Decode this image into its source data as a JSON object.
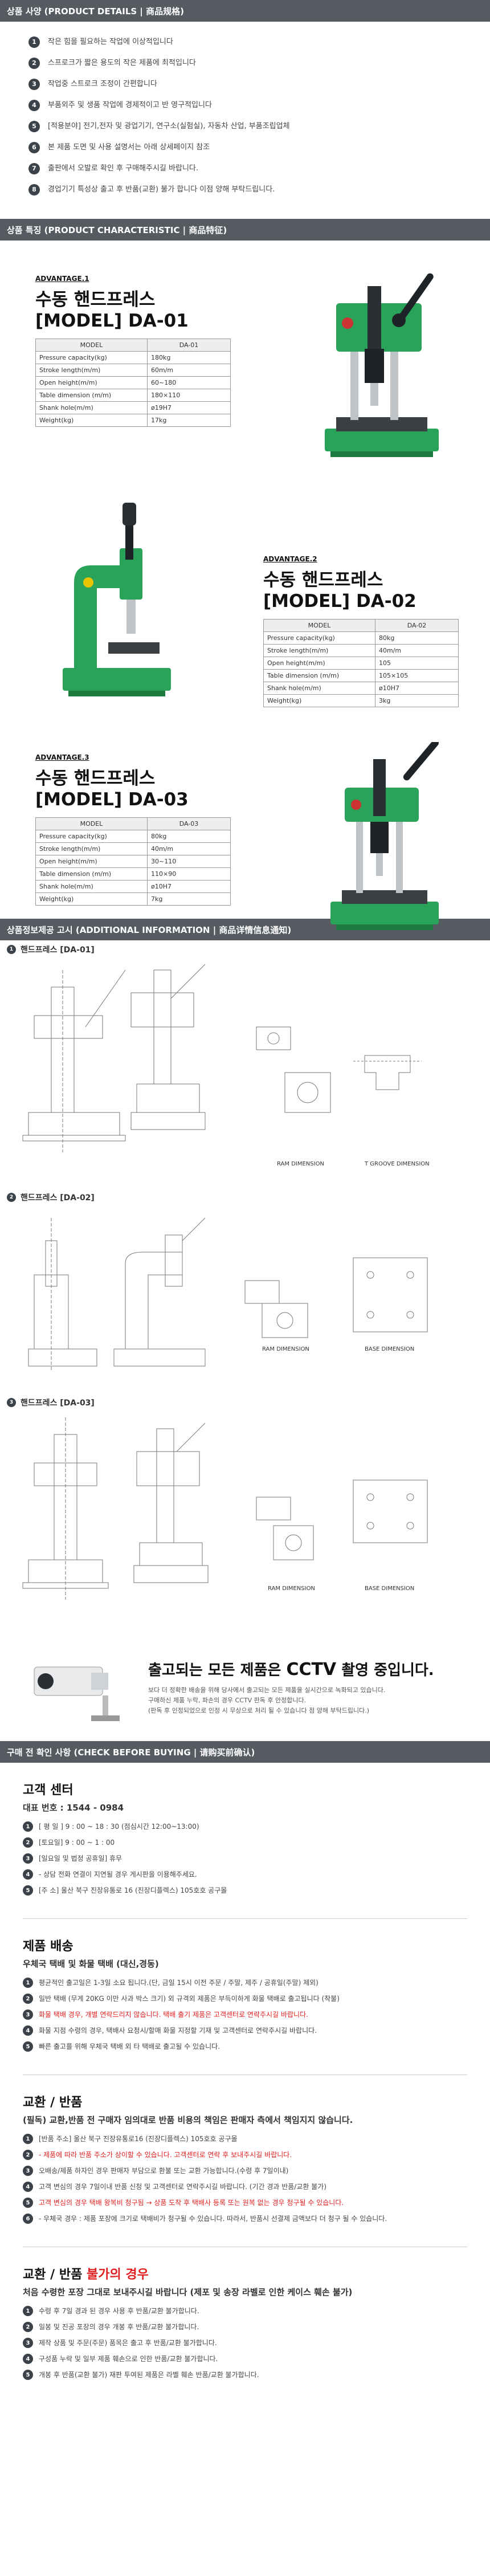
{
  "details_band": "상품 사양 (PRODUCT DETAILS | 商品规格)",
  "details": [
    "작은 힘을 필요하는 작업에 이상적입니다",
    "스프로크가 짧은 용도의 작은 제품에 최적입니다",
    "작업중 스트로크 조정이 간편합니다",
    "부품외주 및 생품 작업에 경제적이고 반 영구적입니다",
    "[적용분야] 전기,전자 및 광업기기, 연구소(실험실), 자동차 산업, 부품조립업체",
    "본 제품 도면 및 사용 설명서는 아래 상세페이지 참조",
    "출판에서 오발로 확인 후 구매해주시길 바랍니다.",
    "경업기기 특성상 출고 후 반품(교환) 불가 합니다 이점 양해 부탁드립니다."
  ],
  "characteristic_band": "상품 특징 (PRODUCT CHARACTERISTIC | 商品特征)",
  "advantages": [
    {
      "label": "ADVANTAGE.1",
      "title_ko": "수동 핸드프레스",
      "title_model": "[MODEL] DA-01",
      "rows": [
        [
          "MODEL",
          "DA-01"
        ],
        [
          "Pressure capacity(kg)",
          "180kg"
        ],
        [
          "Stroke length(m/m)",
          "60m/m"
        ],
        [
          "Open height(m/m)",
          "60~180"
        ],
        [
          "Table dimension (m/m)",
          "180×110"
        ],
        [
          "Shank hole(m/m)",
          "ø19H7"
        ],
        [
          "Weight(kg)",
          "17kg"
        ]
      ]
    },
    {
      "label": "ADVANTAGE.2",
      "title_ko": "수동 핸드프레스",
      "title_model": "[MODEL] DA-02",
      "rows": [
        [
          "MODEL",
          "DA-02"
        ],
        [
          "Pressure capacity(kg)",
          "80kg"
        ],
        [
          "Stroke length(m/m)",
          "40m/m"
        ],
        [
          "Open height(m/m)",
          "105"
        ],
        [
          "Table dimension (m/m)",
          "105×105"
        ],
        [
          "Shank hole(m/m)",
          "ø10H7"
        ],
        [
          "Weight(kg)",
          "3kg"
        ]
      ]
    },
    {
      "label": "ADVANTAGE.3",
      "title_ko": "수동 핸드프레스",
      "title_model": "[MODEL] DA-03",
      "rows": [
        [
          "MODEL",
          "DA-03"
        ],
        [
          "Pressure capacity(kg)",
          "80kg"
        ],
        [
          "Stroke length(m/m)",
          "40m/m"
        ],
        [
          "Open height(m/m)",
          "30~110"
        ],
        [
          "Table dimension (m/m)",
          "110×90"
        ],
        [
          "Shank hole(m/m)",
          "ø10H7"
        ],
        [
          "Weight(kg)",
          "7kg"
        ]
      ]
    }
  ],
  "info_band": "상품정보제공 고시 (ADDITIONAL INFORMATION | 商品详情信息通知)",
  "drawings": [
    {
      "title": "핸드프레스 [DA-01]",
      "ram": "RAM DIMENSION",
      "other": "T GROOVE DIMENSION"
    },
    {
      "title": "핸드프레스 [DA-02]",
      "ram": "RAM DIMENSION",
      "other": "BASE DIMENSION"
    },
    {
      "title": "핸드프레스 [DA-03]",
      "ram": "RAM DIMENSION",
      "other": "BASE DIMENSION"
    }
  ],
  "cctv": {
    "title_a": "출고되는 모든 제품은 ",
    "title_b": "CCTV",
    "title_c": " 촬영 중입니다.",
    "text1": "보다 더 정확한 배송을 위해 당사에서 출고되는 모든 제품을 실시간으로 녹화되고 있습니다.",
    "text2": "구매하신 제품 누락, 파손의 경우 CCTV 판독 후 안정합니다.",
    "text3": "(판독 후 인정되었으로 인정 시 무상으로 처리 될 수 있습니다 점 양해 부탁드립니다.)"
  },
  "check_band": "구매 전 확인 사항 (CHECK BEFORE BUYING | 请购买前确认)",
  "center": {
    "title": "고객 센터",
    "sub": "대표 번호 : 1544 - 0984",
    "items": [
      "[ 평 일 ] 9 : 00 ~ 18 : 30 (점심시간 12:00~13:00)",
      "[토요일] 9 : 00 ~ 1 : 00",
      "[일요일 및 법정 공휴일] 휴무",
      "- 상담 전화 연결이 지연될 경우 게시판을 이용해주세요.",
      "[주 소] 울산 북구 진장유통로 16 (진장디플렉스) 105호호 공구몰"
    ]
  },
  "delivery": {
    "title": "제품 배송",
    "sub": "우체국 택배 및 화물 택배 (대신,경동)",
    "items": [
      "평균적인 출고일은 1-3일 소요 됩니다.(단, 금일 15시 이전 주문 / 주말, 제주 / 공휴일(주말) 제외)",
      "일반 택배 (무게 20KG 이만 사과 박스 크기) 외 규격외 제품은 부득이하게 화물 택배로 출고됩니다 (착불)",
      "화물 택배 경우, 개별 연락드리지 않습니다. 택배 출기 제품은 고객센터로 연락주시길 바랍니다.",
      "화물 지점 수령의 경우, 택배사 요청시/할매 화물 지정할 기재 및 고객센터로 연락주시길 바랍니다.",
      "빠른 출고를 위해 우체국 택배 외 타 택배로 출고될 수 있습니다."
    ]
  },
  "exchange": {
    "title": "교환 / 반품",
    "sub": "(필독) 교환,반품 전 구매자 임의대로 반품 비용의 책임은 판매자 측에서 책임지지 않습니다.",
    "items": [
      "[반품 주소] 울산 북구 진장유통로16 (진장디플렉스) 105호호 공구몰",
      "- 제품에 따라 반품 주소가 상이할 수 있습니다. 고객센터로 연락 후 보내주시길 바랍니다.",
      "오배송/제품 하자인 경우 판매자 부담으로 환불 또는 교환 가능합니다.(수령 후 7일이내)",
      "고객 변심의 경우 7일이내 반품 신청 및 고객센터로 연락주시길 바랍니다. (기간 경과 반품/교환 불가)",
      "고객 변심의 경우 택배 왕복비 청구됨 → 상품 도착 후 택배사 등록 또는 원복 없는 경우 청구될 수 있습니다.",
      "- 우체국 경우 : 제품 포장에 크기로 택배비가 청구될 수 있습니다. 따라서, 반품시 선결제 금액보다 더 청구 될 수 있습니다."
    ]
  },
  "not_allowed": {
    "title_a": "교환 / 반품 ",
    "title_b": "불가의 경우",
    "sub": "처음 수령한 포장 그대로 보내주시길 바랍니다 (제포 및 송장 라벨로 인한 케이스 훼손 불가)",
    "items": [
      "수령 후 7일 경과 된 경우 사용 후 반품/교환 불가합니다.",
      "일봉 및 진공 포장의 경우 개봉 후 반품/교환 불가합니다.",
      "제작 상품 및 주문(주문) 품목은 출고 후 반품/교환 불가합니다.",
      "구성품 누락 및 일부 제품 훼손으로 인한 반품/교환 불가합니다.",
      "개봉 후 반품(교환 불가) 재판 투여된 제품은 라벨 훼손 반품/교환 불가합니다."
    ]
  },
  "colors": {
    "band": "#555b61",
    "machine_green": "#2aa35a",
    "machine_dark": "#1d2327",
    "accent_red": "#e02020"
  }
}
